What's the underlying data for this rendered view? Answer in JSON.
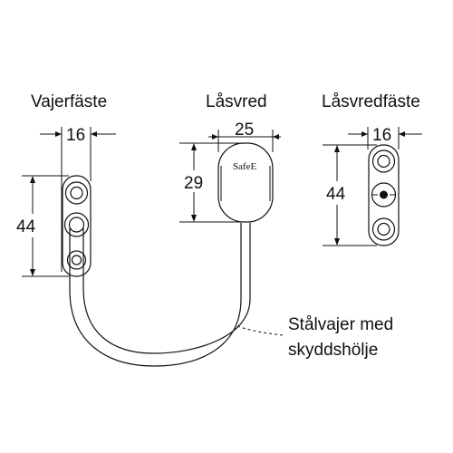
{
  "labels": {
    "part_left": "Vajerfäste",
    "part_mid": "Låsvred",
    "part_right": "Låsvredfäste",
    "callout_line1": "Stålvajer med",
    "callout_line2": "skyddshölje",
    "brand": "SafeE"
  },
  "dimensions": {
    "left_width": "16",
    "left_height": "44",
    "mid_width": "25",
    "mid_height": "29",
    "right_width": "16",
    "right_height": "44"
  }
}
